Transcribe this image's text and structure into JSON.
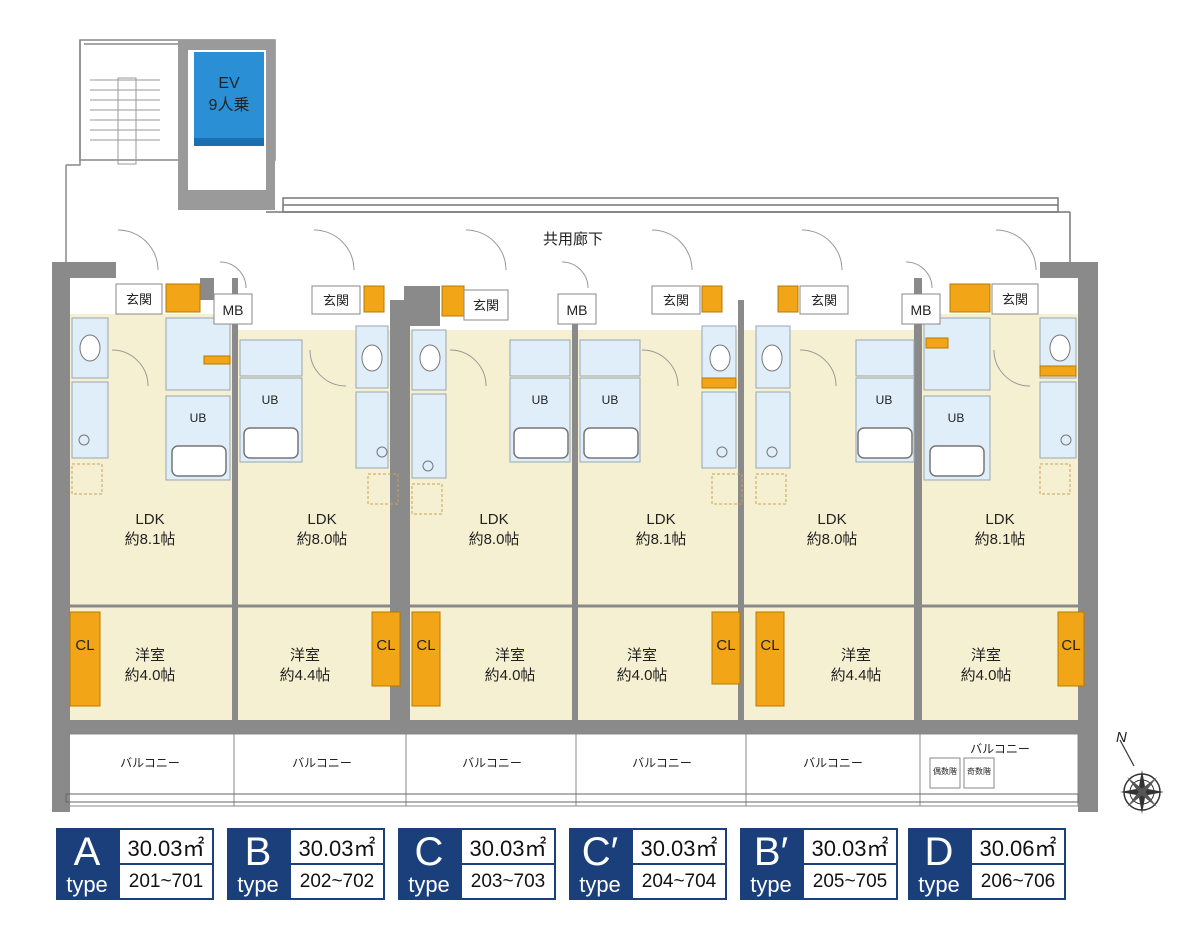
{
  "elevator": {
    "line1": "EV",
    "line2": "9人乗"
  },
  "corridor": "共用廊下",
  "entrance": "玄関",
  "meter_box": "MB",
  "unit_bath": "UB",
  "closet": "CL",
  "balcony": "バルコニー",
  "stair_labels": {
    "even": "偶数階",
    "odd": "奇数階"
  },
  "compass_north": "N",
  "units": [
    {
      "ldk": "LDK",
      "ldk_size": "約8.1帖",
      "room": "洋室",
      "room_size": "約4.0帖"
    },
    {
      "ldk": "LDK",
      "ldk_size": "約8.0帖",
      "room": "洋室",
      "room_size": "約4.4帖"
    },
    {
      "ldk": "LDK",
      "ldk_size": "約8.0帖",
      "room": "洋室",
      "room_size": "約4.0帖"
    },
    {
      "ldk": "LDK",
      "ldk_size": "約8.1帖",
      "room": "洋室",
      "room_size": "約4.0帖"
    },
    {
      "ldk": "LDK",
      "ldk_size": "約8.0帖",
      "room": "洋室",
      "room_size": "約4.4帖"
    },
    {
      "ldk": "LDK",
      "ldk_size": "約8.1帖",
      "room": "洋室",
      "room_size": "約4.0帖"
    }
  ],
  "legend": [
    {
      "letter": "A",
      "type": "type",
      "area": "30.03㎡",
      "rooms": "201~701"
    },
    {
      "letter": "B",
      "type": "type",
      "area": "30.03㎡",
      "rooms": "202~702"
    },
    {
      "letter": "C",
      "type": "type",
      "area": "30.03㎡",
      "rooms": "203~703"
    },
    {
      "letter": "C′",
      "type": "type",
      "area": "30.03㎡",
      "rooms": "204~704"
    },
    {
      "letter": "B′",
      "type": "type",
      "area": "30.03㎡",
      "rooms": "205~705"
    },
    {
      "letter": "D",
      "type": "type",
      "area": "30.06㎡",
      "rooms": "206~706"
    }
  ],
  "colors": {
    "wall": "#8a8a8a",
    "floor": "#f6f0d2",
    "wet": "#dfeef8",
    "closet": "#f2a516",
    "ev": "#2b8fd6",
    "navy": "#1a3f7a"
  }
}
